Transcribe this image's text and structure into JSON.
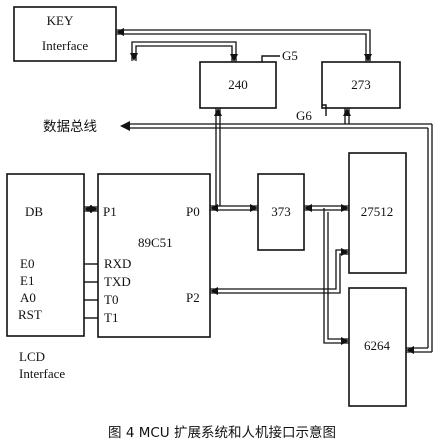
{
  "blocks": {
    "key_interface": {
      "line1": "KEY",
      "line2": "Interface"
    },
    "lcd": {
      "pins": [
        "DB",
        "E0",
        "E1",
        "A0",
        "RST"
      ],
      "label_line1": "LCD",
      "label_line2": "Interface"
    },
    "mcu": {
      "name": "89C51",
      "port_p1": "P1",
      "port_p0": "P0",
      "port_p2": "P2",
      "pins": [
        "RXD",
        "TXD",
        "T0",
        "T1"
      ]
    },
    "chip_240": "240",
    "chip_273": "273",
    "chip_373": "373",
    "chip_27512": "27512",
    "chip_6264": "6264"
  },
  "signals": {
    "g5": "G5",
    "g6": "G6"
  },
  "bus_label": "数据总线",
  "caption": "图 4 MCU 扩展系统和人机接口示意图"
}
